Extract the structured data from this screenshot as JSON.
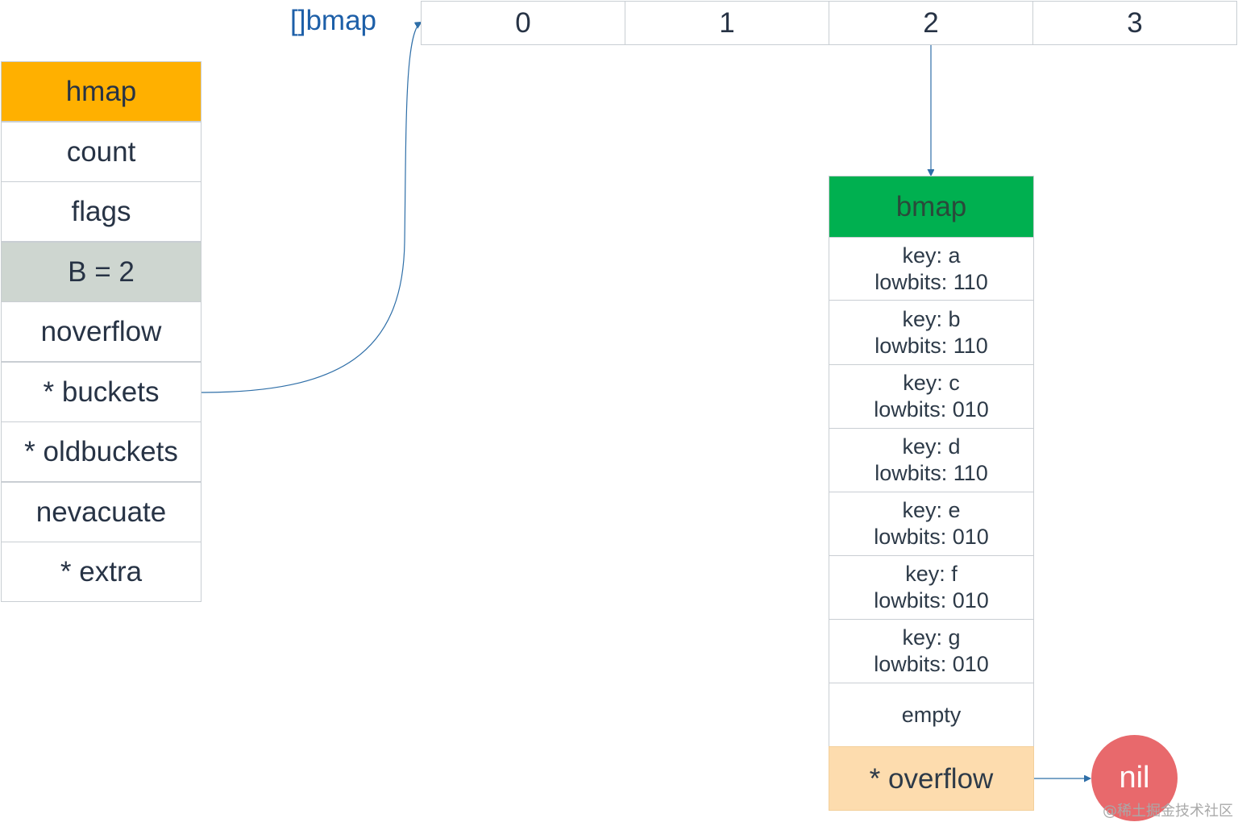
{
  "hmap": {
    "fields": [
      {
        "label": "hmap",
        "color": "#ffb000"
      },
      {
        "label": "count",
        "color": "#ffffff"
      },
      {
        "label": "flags",
        "color": "#ffffff"
      },
      {
        "label": "B = 2",
        "color": "#ced6d0"
      },
      {
        "label": "noverflow",
        "color": "#ffffff"
      },
      {
        "label": "* buckets",
        "color": "#ffffff"
      },
      {
        "label": "* oldbuckets",
        "color": "#ffffff"
      },
      {
        "label": "nevacuate",
        "color": "#ffffff"
      },
      {
        "label": "* extra",
        "color": "#ffffff"
      }
    ]
  },
  "bucket_array": {
    "label": "[]bmap",
    "indices": [
      "0",
      "1",
      "2",
      "3"
    ]
  },
  "bmap": {
    "title": "bmap",
    "title_color": "#00b050",
    "entries": [
      {
        "key": "key: a",
        "lowbits": "lowbits: 110"
      },
      {
        "key": "key: b",
        "lowbits": "lowbits: 110"
      },
      {
        "key": "key: c",
        "lowbits": "lowbits: 010"
      },
      {
        "key": "key: d",
        "lowbits": "lowbits: 110"
      },
      {
        "key": "key: e",
        "lowbits": "lowbits: 010"
      },
      {
        "key": "key: f",
        "lowbits": "lowbits: 010"
      },
      {
        "key": "key: g",
        "lowbits": "lowbits: 010"
      }
    ],
    "empty_label": "empty",
    "overflow_label": "* overflow",
    "overflow_color": "#fddcae"
  },
  "nil_node": {
    "label": "nil",
    "color": "#e8696c"
  },
  "link_color": "#2f6fa8",
  "watermark": "@稀土掘金技术社区"
}
